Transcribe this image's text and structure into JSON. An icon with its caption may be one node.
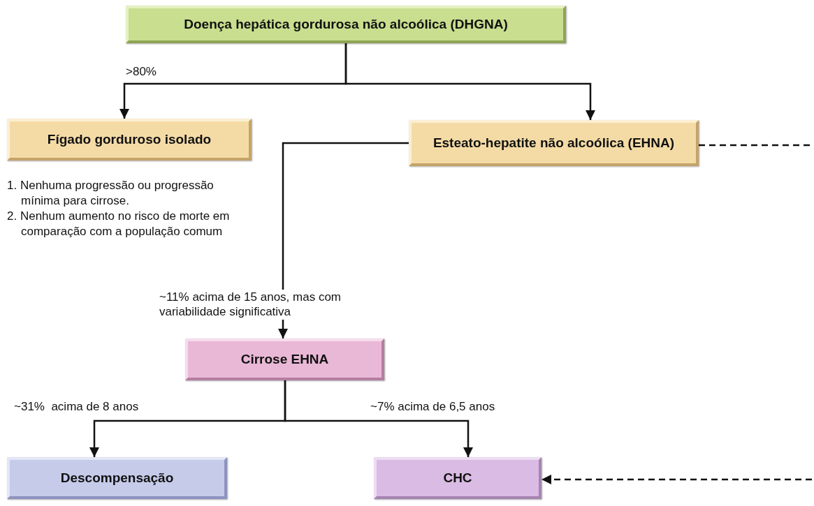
{
  "diagram": {
    "nodes": [
      {
        "text": [
          "Doença hepática gordurosa não alcoólica (DHGNA)"
        ]
      },
      {
        "text": [
          "Fígado gorduroso isolado"
        ],
        "beside": [
          "1. Nenhuma progressão ou progressão mínima para cirrose.",
          "2. Nenhum aumento no risco de morte em comparação com a população comum"
        ]
      },
      {
        "text": [
          "Esteato-hepatite não alcoólica (EHNA)"
        ]
      },
      {
        "text": [
          "Cirrose EHNA"
        ]
      },
      {
        "text": [
          "Descompensação"
        ]
      },
      {
        "text": [
          "CHC"
        ]
      }
    ],
    "edges": [
      {
        "from": 0,
        "to": 1,
        "arrow": "to",
        "label": ">80%"
      },
      {
        "from": 0,
        "to": 2,
        "arrow": "to"
      },
      {
        "from": 2,
        "to": 3,
        "arrow": "to",
        "label": "~11% acima de 15 anos, mas com variabilidade significativa"
      },
      {
        "from": 3,
        "to": 4,
        "arrow": "to",
        "label": "~31%  acima de 8 anos"
      },
      {
        "from": 3,
        "to": 5,
        "arrow": "to",
        "label": "~7% acima de 6,5 anos"
      },
      {
        "from": 2,
        "to": null,
        "arrow": "none",
        "style": "dashed"
      },
      {
        "from": null,
        "to": 5,
        "arrow": "to",
        "style": "dashed"
      }
    ]
  }
}
